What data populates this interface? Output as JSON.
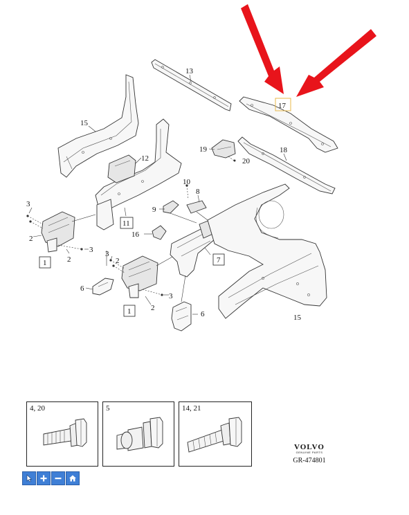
{
  "callouts": {
    "c1": "1",
    "c1b": "1",
    "c2a": "2",
    "c2b": "2",
    "c2c": "2",
    "c2d": "2",
    "c3a": "3",
    "c3b": "3",
    "c3c": "3",
    "c3d": "3",
    "c6a": "6",
    "c6b": "6",
    "c7": "7",
    "c8": "8",
    "c9": "9",
    "c10": "10",
    "c11": "11",
    "c12": "12",
    "c13": "13",
    "c15a": "15",
    "c15b": "15",
    "c16": "16",
    "c17": "17",
    "c18": "18",
    "c19": "19",
    "c20": "20"
  },
  "hardware": [
    {
      "label": "4, 20"
    },
    {
      "label": "5"
    },
    {
      "label": "14, 21"
    }
  ],
  "brand": {
    "name": "VOLVO",
    "sub": "GENUINE PARTS",
    "ref": "GR-474801"
  },
  "toolbar": {
    "icons": [
      "pointer-icon",
      "zoom-in-icon",
      "zoom-out-icon",
      "home-icon"
    ]
  },
  "colors": {
    "arrow": "#e8141b",
    "highlight": "#e8b84a",
    "toolbar": "#3f7fd6"
  }
}
